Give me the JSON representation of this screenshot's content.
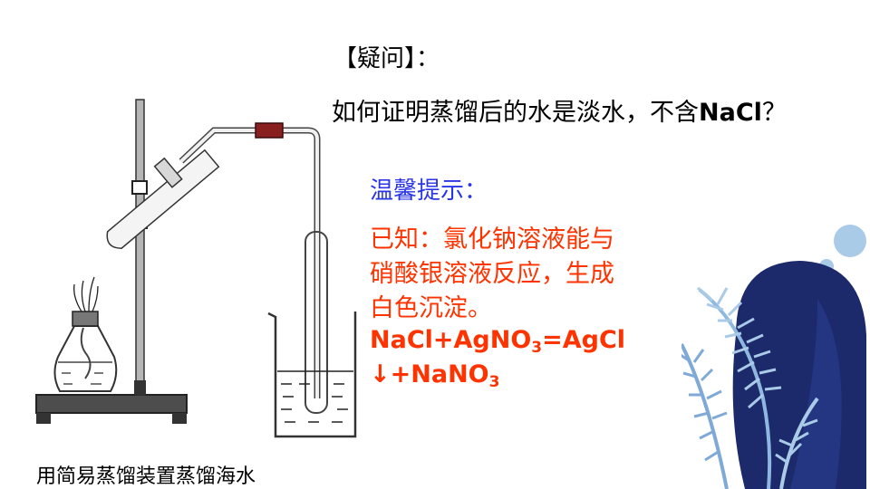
{
  "question": {
    "title": "【疑问】：",
    "text_prefix": "如何证明蒸馏后的水是淡水，不含",
    "text_formula": "NaCl",
    "text_suffix": "？"
  },
  "tip": {
    "title": "温馨提示：",
    "known_lines": [
      "已知：氯化钠溶液能与",
      "硝酸银溶液反应，生成",
      "白色沉淀。"
    ],
    "equation_line1_parts": [
      "NaCl+AgNO",
      "3",
      "=AgCl"
    ],
    "equation_line2_parts": [
      "↓+NaNO",
      "3"
    ]
  },
  "caption": "用简易蒸馏装置蒸馏海水",
  "colors": {
    "tip_title": "#2a35e6",
    "known_text": "#ff3300",
    "decor_dark": "#1c2a6b",
    "decor_light": "#a9cbe8"
  }
}
